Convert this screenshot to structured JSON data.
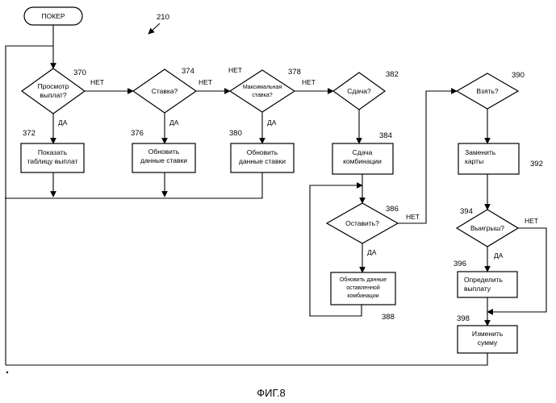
{
  "figure": {
    "caption": "ФИГ.8",
    "ref": "210"
  },
  "nodes": {
    "start": {
      "label": "ПОКЕР"
    },
    "d370": {
      "num": "370",
      "line1": "Просмотр",
      "line2": "выплат?"
    },
    "d374": {
      "num": "374",
      "line1": "Ставка?"
    },
    "d378": {
      "num": "378",
      "line1": "Максимальная",
      "line2": "ставка?"
    },
    "d382": {
      "num": "382",
      "line1": "Сдача?"
    },
    "d390": {
      "num": "390",
      "line1": "Взять?"
    },
    "b372": {
      "num": "372",
      "line1": "Показать",
      "line2": "таблицу выплат"
    },
    "b376": {
      "num": "376",
      "line1": "Обновить",
      "line2": "данные ставки"
    },
    "b380": {
      "num": "380",
      "line1": "Обновить",
      "line2": "данные ставки"
    },
    "b384": {
      "num": "384",
      "line1": "Сдача",
      "line2": "комбинации"
    },
    "b392": {
      "num": "392",
      "line1": "Заменить",
      "line2": "карты"
    },
    "d386": {
      "num": "386",
      "line1": "Оставить?"
    },
    "d394": {
      "num": "394",
      "line1": "Выигрыш?"
    },
    "b388": {
      "num": "388",
      "line1": "Обновить данные",
      "line2": "оставленной",
      "line3": "комбинации"
    },
    "b396": {
      "num": "396",
      "line1": "Определить",
      "line2": "выплату"
    },
    "b398": {
      "num": "398",
      "line1": "Изменить",
      "line2": "сумму"
    }
  },
  "edge_labels": {
    "yes": "ДА",
    "no": "НЕТ"
  }
}
